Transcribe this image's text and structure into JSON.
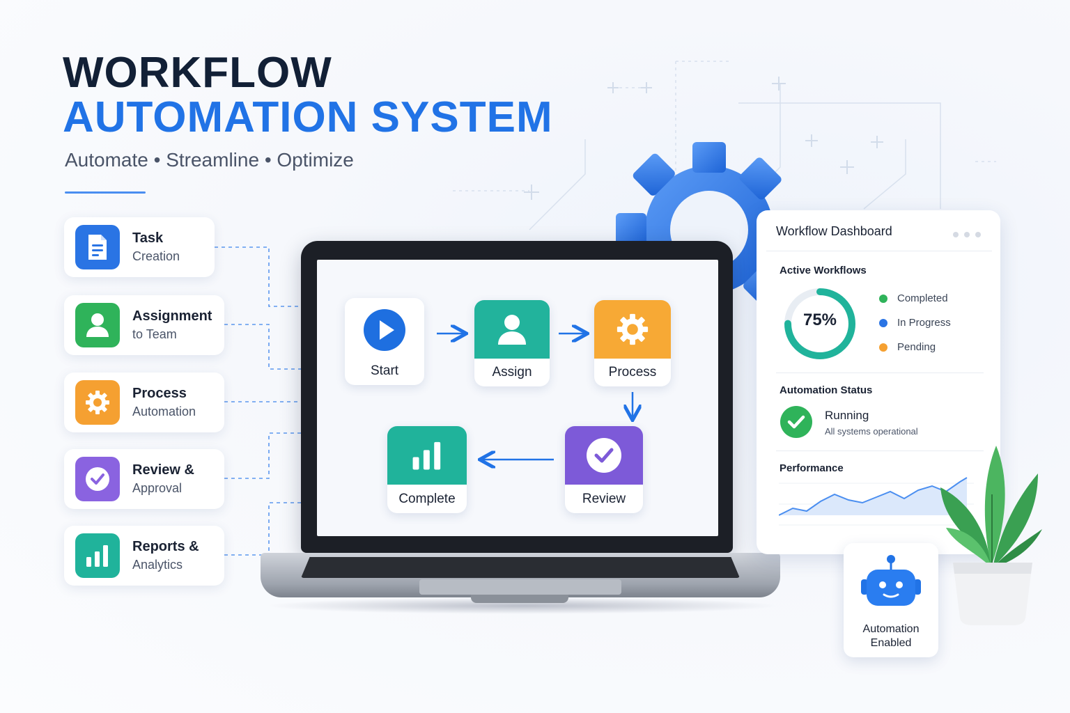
{
  "header": {
    "title_line1": "WORKFLOW",
    "title_line2": "AUTOMATION SYSTEM",
    "tagline": "Automate • Streamline • Optimize"
  },
  "features": [
    {
      "title": "Task",
      "subtitle": "Creation",
      "icon": "document-icon",
      "color": "#2a74e4"
    },
    {
      "title": "Assignment",
      "subtitle": "to Team",
      "icon": "person-icon",
      "color": "#2fb35a"
    },
    {
      "title": "Process",
      "subtitle": "Automation",
      "icon": "gear-icon",
      "color": "#f5a031"
    },
    {
      "title": "Review &",
      "subtitle": "Approval",
      "icon": "check-circle-icon",
      "color": "#8a63e0"
    },
    {
      "title": "Reports &",
      "subtitle": "Analytics",
      "icon": "bar-chart-icon",
      "color": "#20b39b"
    }
  ],
  "flow": {
    "start": "Start",
    "assign": "Assign",
    "process": "Process",
    "review": "Review",
    "complete": "Complete"
  },
  "dashboard": {
    "title": "Workflow Dashboard",
    "active_title": "Active Workflows",
    "progress_percent": 75,
    "progress_label": "75%",
    "legend": [
      {
        "label": "Completed",
        "color": "#2fb35a"
      },
      {
        "label": "In Progress",
        "color": "#2a74e4"
      },
      {
        "label": "Pending",
        "color": "#f5a031"
      }
    ],
    "status_title": "Automation Status",
    "status_value": "Running",
    "status_detail": "All systems operational",
    "performance_title": "Performance"
  },
  "robot": {
    "label_line1": "Automation",
    "label_line2": "Enabled"
  },
  "colors": {
    "brand_blue": "#2173e6",
    "navy": "#122036",
    "teal": "#20b39b",
    "orange": "#f5a031",
    "purple": "#8a63e0",
    "green": "#2fb35a"
  }
}
